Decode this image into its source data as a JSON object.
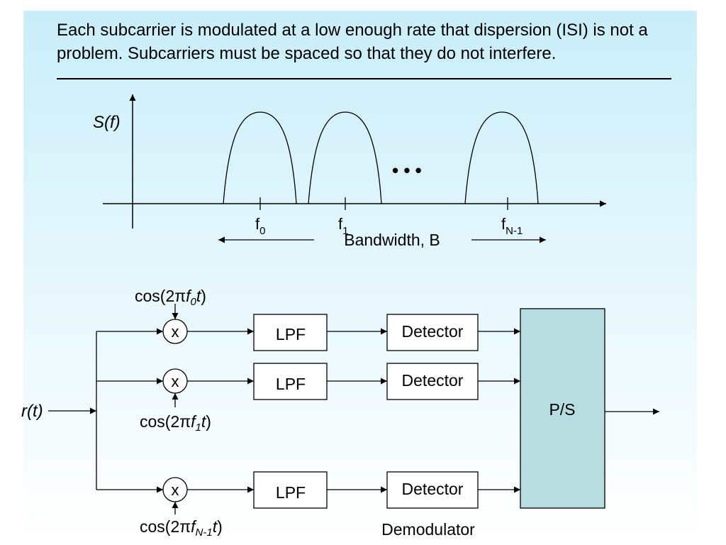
{
  "intro_text": "Each subcarrier is modulated at a low enough rate that dispersion (ISI) is not a problem.  Subcarriers must be spaced so that they do not interfere.",
  "spectrum": {
    "axis_label": "S(f)",
    "ellipsis": "• • •",
    "bandwidth_label": "Bandwidth, B",
    "carriers": [
      {
        "base": "f",
        "sub": "0"
      },
      {
        "base": "f",
        "sub": "1"
      },
      {
        "base": "f",
        "sub": "N-1"
      }
    ]
  },
  "demodulator": {
    "input_label": "r(t)",
    "mixer_symbol": "x",
    "lpf_label": "LPF",
    "detector_label": "Detector",
    "ps_label": "P/S",
    "caption": "Demodulator",
    "oscillators": [
      {
        "prefix": "cos(2",
        "pi": "π",
        "f": "f",
        "sub": "0",
        "t": "t",
        "close": ")"
      },
      {
        "prefix": "cos(2",
        "pi": "π",
        "f": "f",
        "sub": "1",
        "t": "t",
        "close": ")"
      },
      {
        "prefix": "cos(2",
        "pi": "π",
        "f": "f",
        "sub": "N-1",
        "t": "t",
        "close": ")"
      }
    ]
  },
  "colors": {
    "background_top": "#c9eef9",
    "ps_box_fill": "#b7dde0",
    "line": "#000000"
  }
}
